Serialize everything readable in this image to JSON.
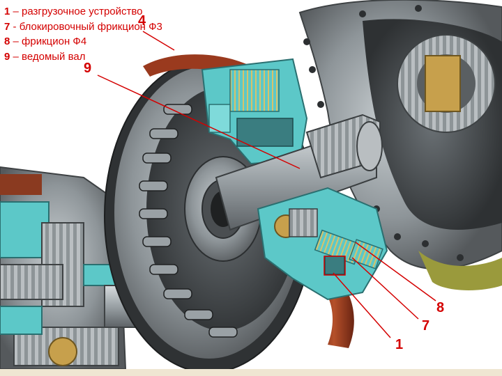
{
  "colors": {
    "accent_red": "#d40000",
    "metal_gray": "#8e9599",
    "cut_cyan": "#5cc8c8",
    "friction_brown": "#9a3a1e",
    "olive_rim": "#9a9a3c"
  },
  "legend": {
    "items": [
      {
        "num": "1",
        "sep": " – ",
        "text": "разгрузочное устройство"
      },
      {
        "num": "7",
        "sep": " - ",
        "text": "блокировочный фрикцион Ф3"
      },
      {
        "num": "8",
        "sep": " – ",
        "text": "фрикцион Ф4"
      },
      {
        "num": "9",
        "sep": " – ",
        "text": "ведомый вал"
      }
    ]
  },
  "callouts": {
    "c4": "4",
    "c9": "9",
    "c8": "8",
    "c7": "7",
    "c1": "1"
  }
}
